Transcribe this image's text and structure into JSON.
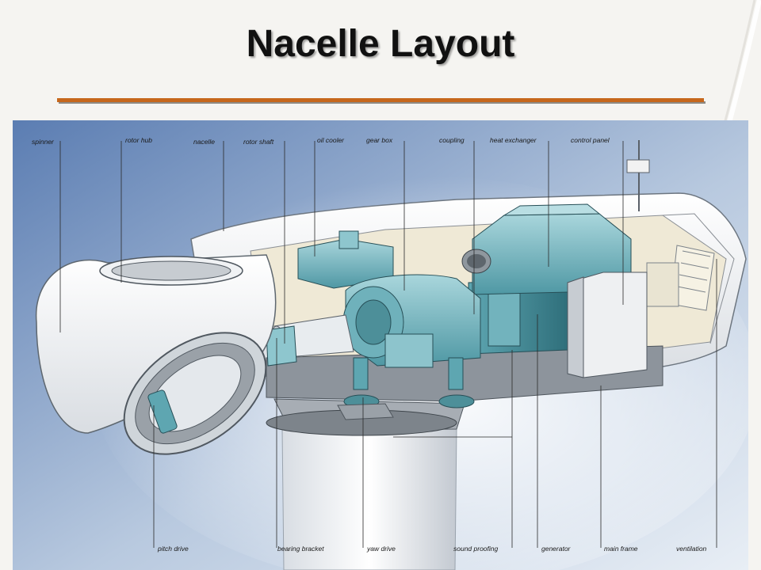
{
  "slide": {
    "title": "Nacelle Layout",
    "accent_color": "#c6671c",
    "diagram_bg_top": "#5f7fb2",
    "diagram_bg_bottom": "#dfe8f2"
  },
  "diagram": {
    "labels_top": {
      "spinner": "spinner",
      "rotor_hub": "rotor hub",
      "nacelle": "nacelle",
      "rotor_shaft": "rotor shaft",
      "oil_cooler": "oil cooler",
      "gear_box": "gear box",
      "coupling": "coupling",
      "heat_exchanger": "heat exchanger",
      "control_panel": "control panel"
    },
    "labels_bottom": {
      "pitch_drive": "pitch drive",
      "bearing_bracket": "bearing bracket",
      "yaw_drive": "yaw drive",
      "sound_proofing": "sound proofing",
      "generator": "generator",
      "main_frame": "main frame",
      "ventilation": "ventilation"
    }
  }
}
